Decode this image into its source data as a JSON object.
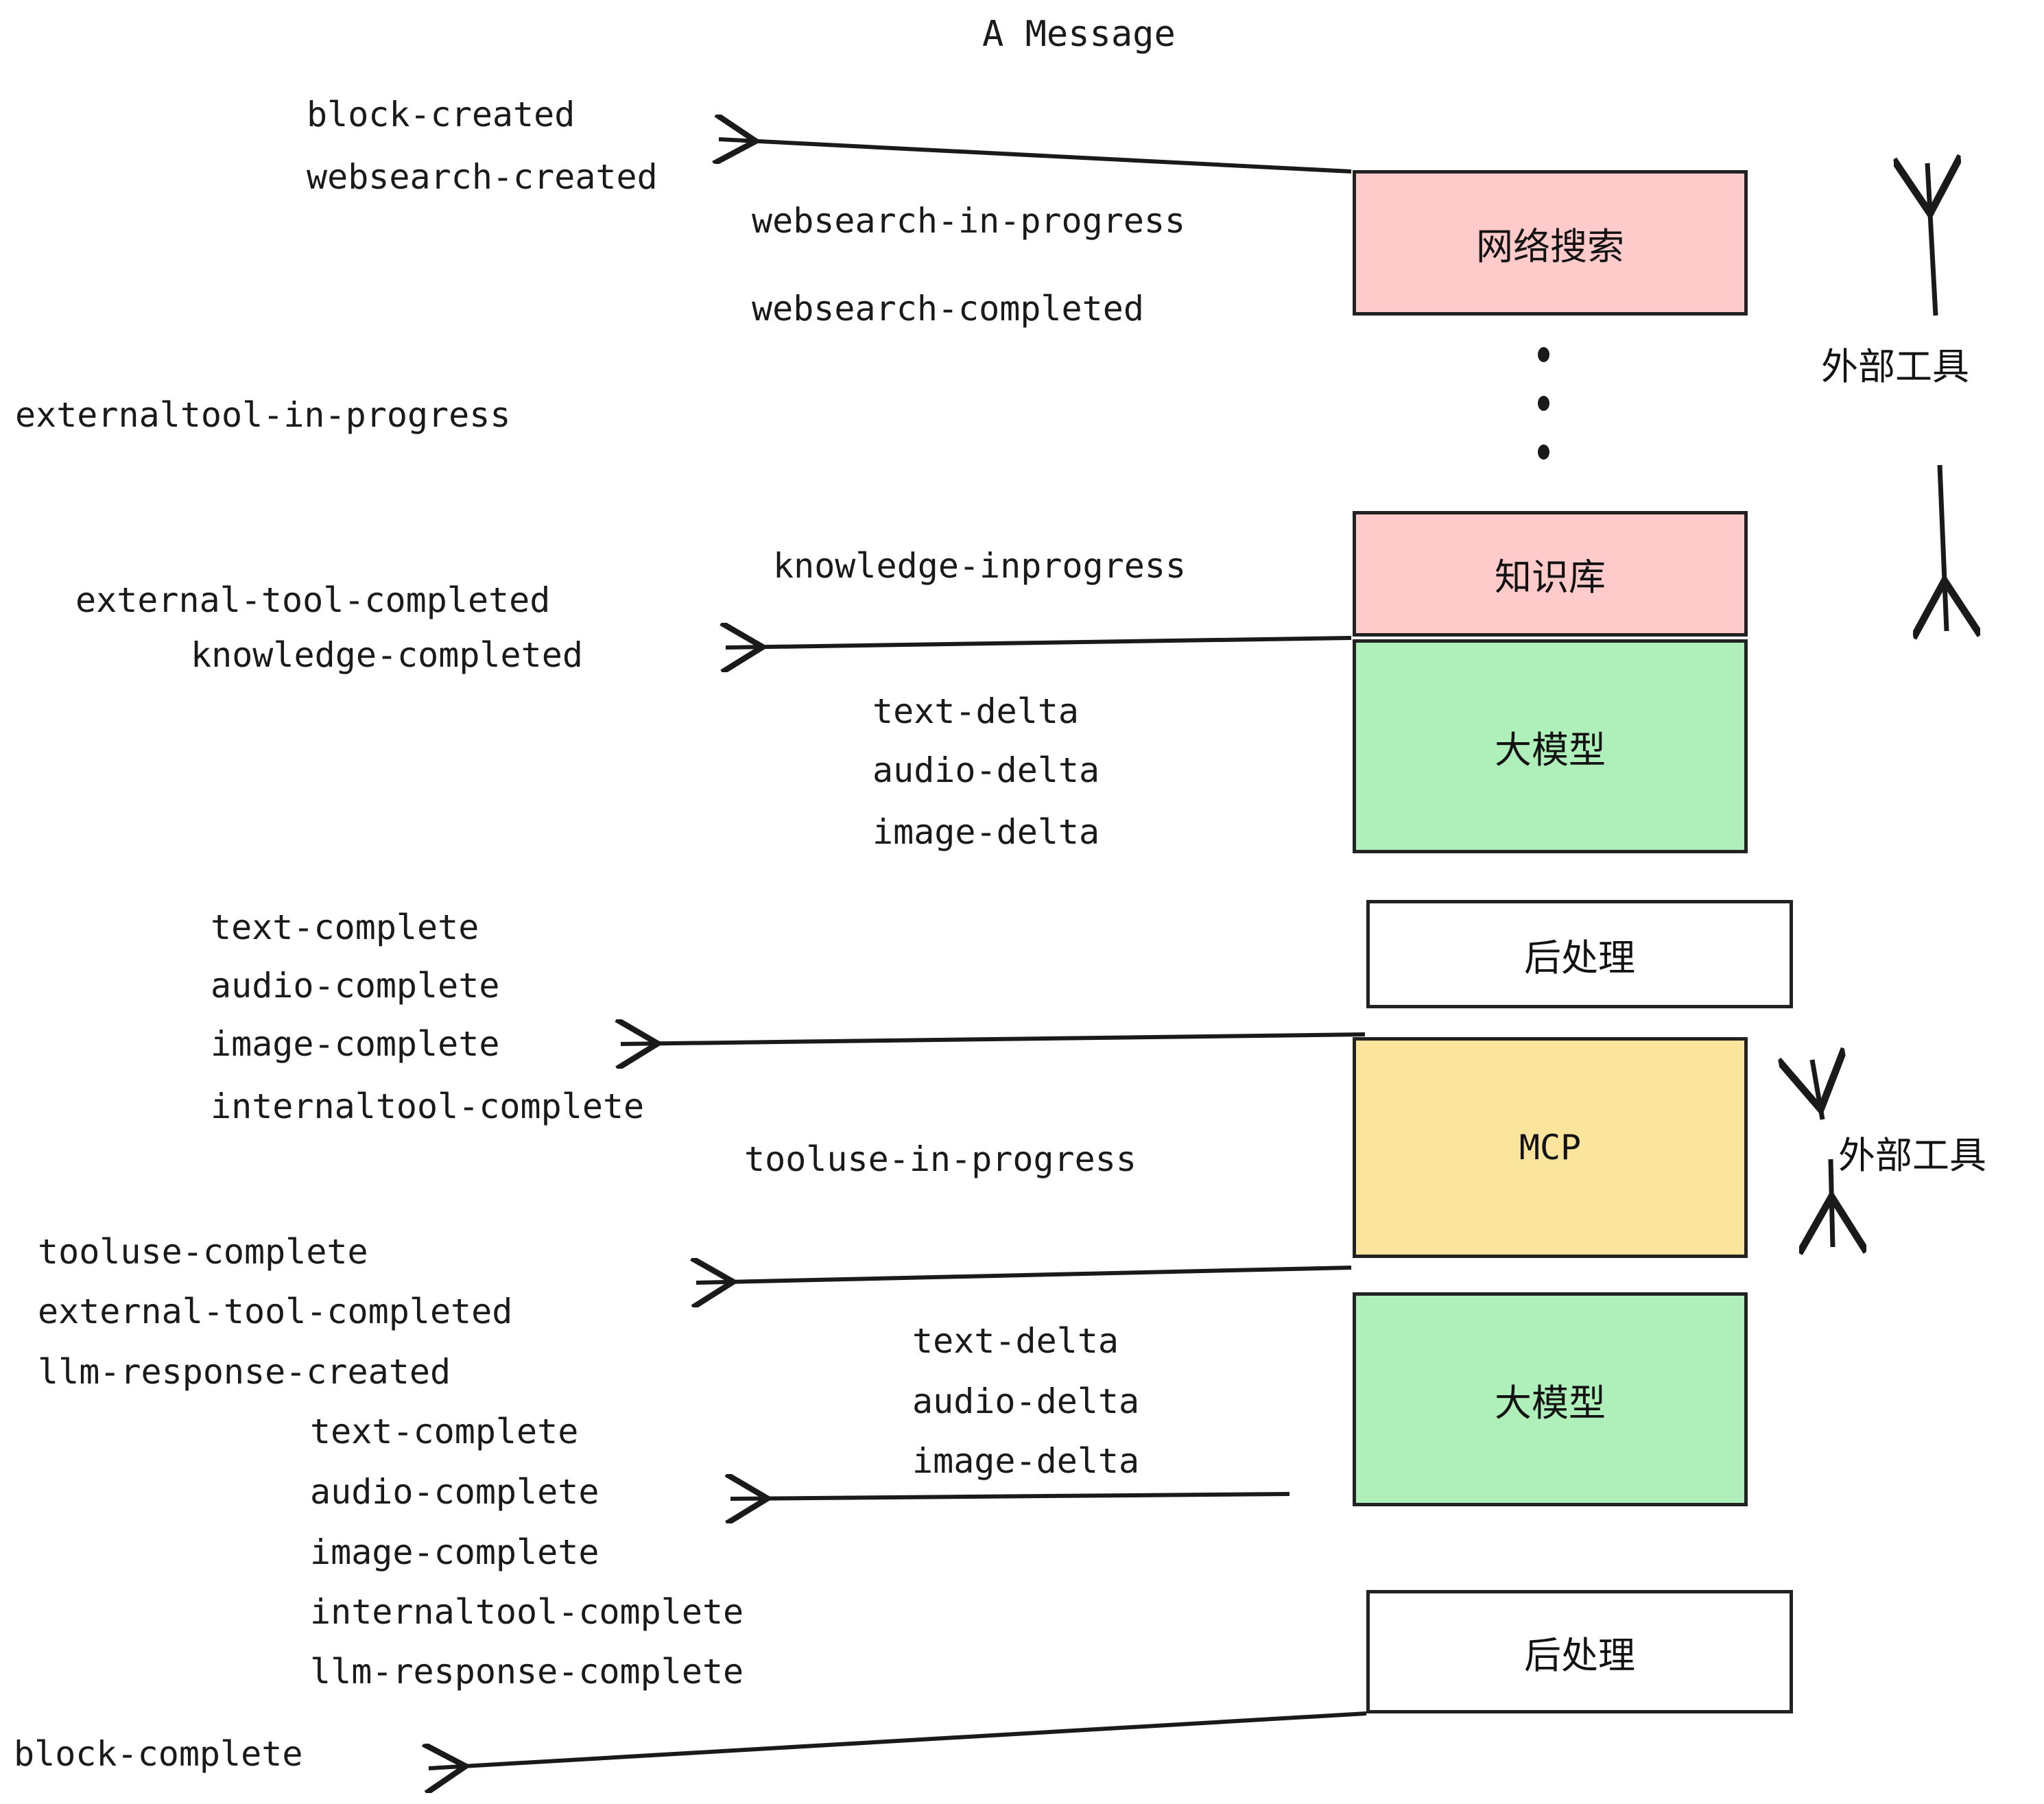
{
  "title": "A Message",
  "colors": {
    "pink": "#FFCACA",
    "green": "#AFEFB9",
    "yellow": "#FBE49C",
    "white": "#FFFFFF",
    "stroke": "#222222",
    "text": "#1A1A1A"
  },
  "nodes": [
    {
      "id": "websearch",
      "label": "网络搜索",
      "fill": "#FFCACA"
    },
    {
      "id": "knowledge",
      "label": "知识库",
      "fill": "#FFCACA"
    },
    {
      "id": "llm1",
      "label": "大模型",
      "fill": "#AFEFB9"
    },
    {
      "id": "post1",
      "label": "后处理",
      "fill": "#FFFFFF"
    },
    {
      "id": "mcp",
      "label": "MCP",
      "fill": "#FBE49C"
    },
    {
      "id": "llm2",
      "label": "大模型",
      "fill": "#AFEFB9"
    },
    {
      "id": "post2",
      "label": "后处理",
      "fill": "#FFFFFF"
    }
  ],
  "side_labels": [
    {
      "id": "external-tool-top",
      "label": "外部工具"
    },
    {
      "id": "external-tool-bottom",
      "label": "外部工具"
    }
  ],
  "events": [
    {
      "id": "e1",
      "text": "block-created"
    },
    {
      "id": "e2",
      "text": "websearch-created"
    },
    {
      "id": "e3",
      "text": "websearch-in-progress"
    },
    {
      "id": "e4",
      "text": "websearch-completed"
    },
    {
      "id": "e5",
      "text": "externaltool-in-progress"
    },
    {
      "id": "e6",
      "text": "knowledge-inprogress"
    },
    {
      "id": "e7",
      "text": "external-tool-completed"
    },
    {
      "id": "e8",
      "text": "knowledge-completed"
    },
    {
      "id": "e9",
      "text": "text-delta"
    },
    {
      "id": "e10",
      "text": "audio-delta"
    },
    {
      "id": "e11",
      "text": "image-delta"
    },
    {
      "id": "e12",
      "text": "text-complete"
    },
    {
      "id": "e13",
      "text": "audio-complete"
    },
    {
      "id": "e14",
      "text": "image-complete"
    },
    {
      "id": "e15",
      "text": "internaltool-complete"
    },
    {
      "id": "e16",
      "text": "tooluse-in-progress"
    },
    {
      "id": "e17",
      "text": "tooluse-complete"
    },
    {
      "id": "e18",
      "text": "external-tool-completed"
    },
    {
      "id": "e19",
      "text": "llm-response-created"
    },
    {
      "id": "e20",
      "text": "text-complete"
    },
    {
      "id": "e21",
      "text": "audio-complete"
    },
    {
      "id": "e22",
      "text": "image-complete"
    },
    {
      "id": "e23",
      "text": "internaltool-complete"
    },
    {
      "id": "e24",
      "text": "llm-response-complete"
    },
    {
      "id": "e25",
      "text": "block-complete"
    },
    {
      "id": "e26",
      "text": "text-delta"
    },
    {
      "id": "e27",
      "text": "audio-delta"
    },
    {
      "id": "e28",
      "text": "image-delta"
    }
  ]
}
